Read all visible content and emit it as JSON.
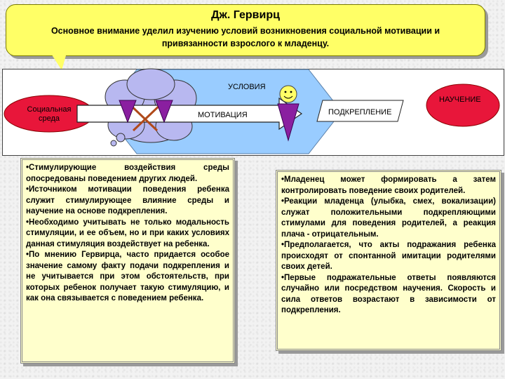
{
  "callout": {
    "title": "Дж. Гервирц",
    "subtitle_line1": "Основное внимание уделил изучению условий возникновения социальной мотивации и",
    "subtitle_line2": "привязанности взрослого к младенцу."
  },
  "diagram": {
    "conditions": "УСЛОВИЯ",
    "social_env_line1": "Социальная",
    "social_env_line2": "среда",
    "motivation": "МОТИВАЦИЯ",
    "reinforcement": "ПОДКРЕПЛЕНИЕ",
    "learning": "НАУЧЕНИЕ",
    "colors": {
      "oval_fill": "#e8163a",
      "hexagon_fill": "#99ccff",
      "triangle_fill": "#8a1fa0",
      "cloud_fill": "#b8b8f0",
      "arrow_fill": "#ffffff",
      "box_fill": "#ffffcc",
      "callout_fill": "#ffff66"
    }
  },
  "left_box": [
    "•Стимулирующие воздействия среды опосредованы поведением других людей.",
    "•Источником мотивации поведения ребенка служит стимулирующее влияние среды и научение на основе подкрепления.",
    "•Необходимо учитывать не только модальность стимуляции, и ее объем, но и при каких условиях данная стимуляция воздействует на ребенка.",
    "•По мнению Гервирца, часто придается особое значение самому факту подачи подкрепления и не учитывается при этом обстоятельств, при которых ребенок получает такую стимуляцию, и как она связывается с поведением ребенка."
  ],
  "right_box": [
    "•Младенец может формировать а затем контролировать поведение своих родителей.",
    "•Реакции младенца (улыбка, смех, вокализации) служат положительными подкрепляющими стимулами для поведения родителей, а реакция плача - отрицательным.",
    "•Предполагается, что акты подражания ребенка происходят от спонтанной имитации родителями своих детей.",
    "•Первые подражательные ответы появляются случайно или посредством научения. Скорость и сила ответов возрастают в зависимости от подкрепления."
  ]
}
